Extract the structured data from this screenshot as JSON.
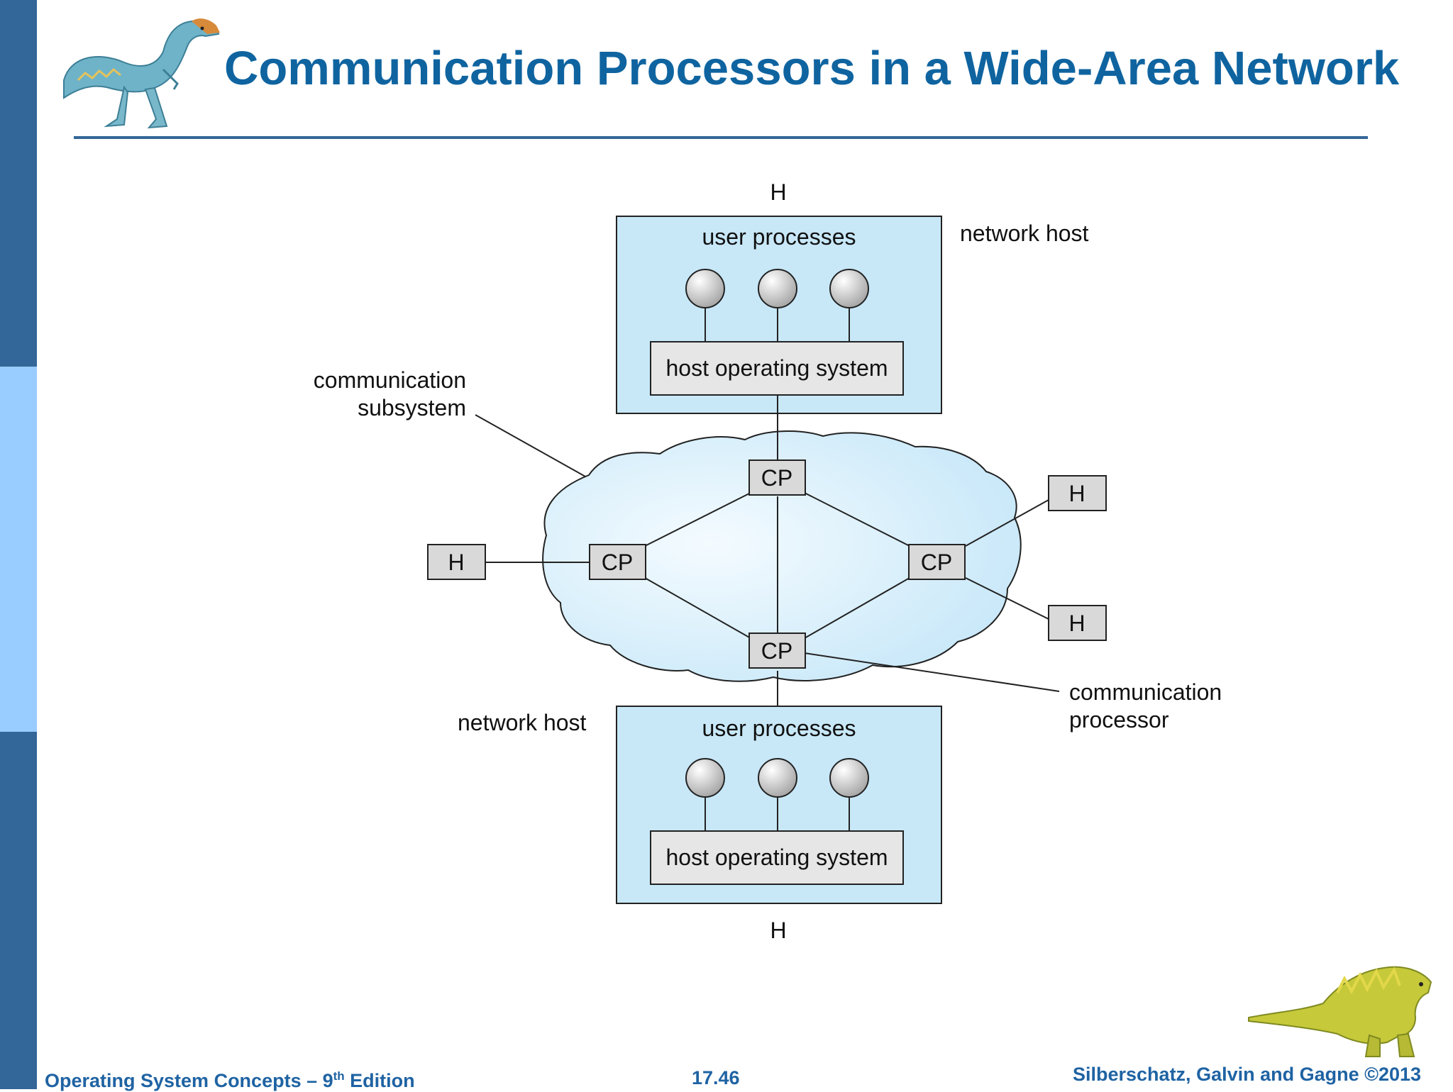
{
  "slide": {
    "title": "Communication Processors in a Wide-Area Network"
  },
  "diagram": {
    "top_host": {
      "label_above": "H",
      "side_label": "network host",
      "processes_label": "user processes",
      "os_label": "host operating system"
    },
    "bottom_host": {
      "label_below": "H",
      "side_label": "network host",
      "processes_label": "user processes",
      "os_label": "host operating system"
    },
    "communication_subsystem": [
      "communication",
      "subsystem"
    ],
    "communication_processor": [
      "communication",
      "processor"
    ],
    "cp_nodes": [
      {
        "id": "cp-top",
        "label": "CP"
      },
      {
        "id": "cp-left",
        "label": "CP"
      },
      {
        "id": "cp-right",
        "label": "CP"
      },
      {
        "id": "cp-bottom",
        "label": "CP"
      }
    ],
    "host_boxes": [
      {
        "id": "h-left",
        "label": "H"
      },
      {
        "id": "h-right-upper",
        "label": "H"
      },
      {
        "id": "h-right-lower",
        "label": "H"
      }
    ],
    "colors": {
      "host_fill": "#c8e8f8",
      "cloud_fill": "#ddf0fb",
      "box_fill": "#d9d9d9",
      "line": "#222222"
    }
  },
  "footer": {
    "left_prefix": "Operating System Concepts – 9",
    "left_sup": "th",
    "left_suffix": " Edition",
    "page_number": "17.46",
    "copyright": "Silberschatz, Galvin and Gagne ©2013"
  }
}
